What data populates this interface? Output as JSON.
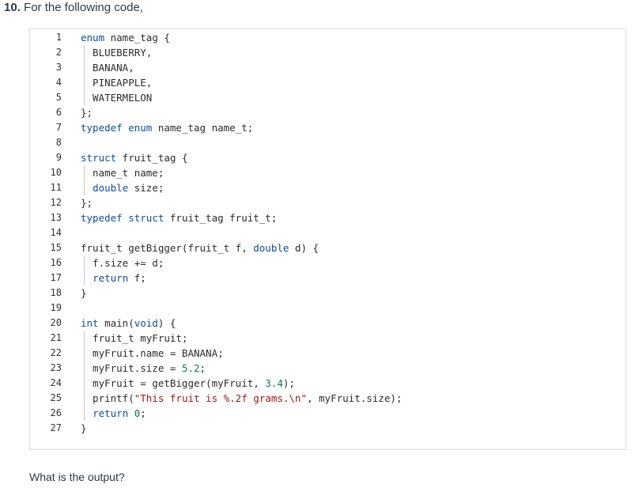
{
  "question": {
    "number": "10.",
    "text": " For the following code,",
    "prompt": "What is the output?"
  },
  "code": {
    "lines": [
      {
        "n": "1",
        "indent": false,
        "parts": [
          {
            "t": "enum",
            "c": "kw"
          },
          {
            "t": " name_tag {"
          }
        ]
      },
      {
        "n": "2",
        "indent": true,
        "parts": [
          {
            "t": "  BLUEBERRY,"
          }
        ]
      },
      {
        "n": "3",
        "indent": true,
        "parts": [
          {
            "t": "  BANANA,"
          }
        ]
      },
      {
        "n": "4",
        "indent": true,
        "parts": [
          {
            "t": "  PINEAPPLE,"
          }
        ]
      },
      {
        "n": "5",
        "indent": true,
        "parts": [
          {
            "t": "  WATERMELON"
          }
        ]
      },
      {
        "n": "6",
        "indent": false,
        "parts": [
          {
            "t": "};"
          }
        ]
      },
      {
        "n": "7",
        "indent": false,
        "parts": [
          {
            "t": "typedef",
            "c": "kw"
          },
          {
            "t": " "
          },
          {
            "t": "enum",
            "c": "kw"
          },
          {
            "t": " name_tag name_t;"
          }
        ]
      },
      {
        "n": "8",
        "indent": false,
        "parts": [
          {
            "t": ""
          }
        ]
      },
      {
        "n": "9",
        "indent": false,
        "parts": [
          {
            "t": "struct",
            "c": "kw"
          },
          {
            "t": " fruit_tag {"
          }
        ]
      },
      {
        "n": "10",
        "indent": true,
        "parts": [
          {
            "t": "  name_t name;"
          }
        ]
      },
      {
        "n": "11",
        "indent": true,
        "parts": [
          {
            "t": "  "
          },
          {
            "t": "double",
            "c": "kw"
          },
          {
            "t": " size;"
          }
        ]
      },
      {
        "n": "12",
        "indent": false,
        "parts": [
          {
            "t": "};"
          }
        ]
      },
      {
        "n": "13",
        "indent": false,
        "parts": [
          {
            "t": "typedef",
            "c": "kw"
          },
          {
            "t": " "
          },
          {
            "t": "struct",
            "c": "kw"
          },
          {
            "t": " fruit_tag fruit_t;"
          }
        ]
      },
      {
        "n": "14",
        "indent": false,
        "parts": [
          {
            "t": ""
          }
        ]
      },
      {
        "n": "15",
        "indent": false,
        "parts": [
          {
            "t": "fruit_t getBigger(fruit_t f, "
          },
          {
            "t": "double",
            "c": "kw"
          },
          {
            "t": " d) {"
          }
        ]
      },
      {
        "n": "16",
        "indent": true,
        "parts": [
          {
            "t": "  f.size += d;"
          }
        ]
      },
      {
        "n": "17",
        "indent": true,
        "parts": [
          {
            "t": "  "
          },
          {
            "t": "return",
            "c": "kw"
          },
          {
            "t": " f;"
          }
        ]
      },
      {
        "n": "18",
        "indent": false,
        "parts": [
          {
            "t": "}"
          }
        ]
      },
      {
        "n": "19",
        "indent": false,
        "parts": [
          {
            "t": ""
          }
        ]
      },
      {
        "n": "20",
        "indent": false,
        "parts": [
          {
            "t": "int",
            "c": "kw"
          },
          {
            "t": " main("
          },
          {
            "t": "void",
            "c": "kw"
          },
          {
            "t": ") {"
          }
        ]
      },
      {
        "n": "21",
        "indent": true,
        "parts": [
          {
            "t": "  fruit_t myFruit;"
          }
        ]
      },
      {
        "n": "22",
        "indent": true,
        "parts": [
          {
            "t": "  myFruit.name = BANANA;"
          }
        ]
      },
      {
        "n": "23",
        "indent": true,
        "parts": [
          {
            "t": "  myFruit.size = "
          },
          {
            "t": "5.2",
            "c": "num"
          },
          {
            "t": ";"
          }
        ]
      },
      {
        "n": "24",
        "indent": true,
        "parts": [
          {
            "t": "  myFruit = getBigger(myFruit, "
          },
          {
            "t": "3.4",
            "c": "num"
          },
          {
            "t": ");"
          }
        ]
      },
      {
        "n": "25",
        "indent": true,
        "parts": [
          {
            "t": "  printf("
          },
          {
            "t": "\"This fruit is %.2f grams.\\n\"",
            "c": "str"
          },
          {
            "t": ", myFruit.size);"
          }
        ]
      },
      {
        "n": "26",
        "indent": true,
        "parts": [
          {
            "t": "  "
          },
          {
            "t": "return",
            "c": "kw"
          },
          {
            "t": " "
          },
          {
            "t": "0",
            "c": "num"
          },
          {
            "t": ";"
          }
        ]
      },
      {
        "n": "27",
        "indent": false,
        "parts": [
          {
            "t": "}"
          }
        ]
      }
    ]
  },
  "colors": {
    "keyword": "#0b4ea2",
    "string": "#a31515",
    "number": "#0a7a5c",
    "text": "#2d3b45",
    "border": "#d9dde0"
  }
}
